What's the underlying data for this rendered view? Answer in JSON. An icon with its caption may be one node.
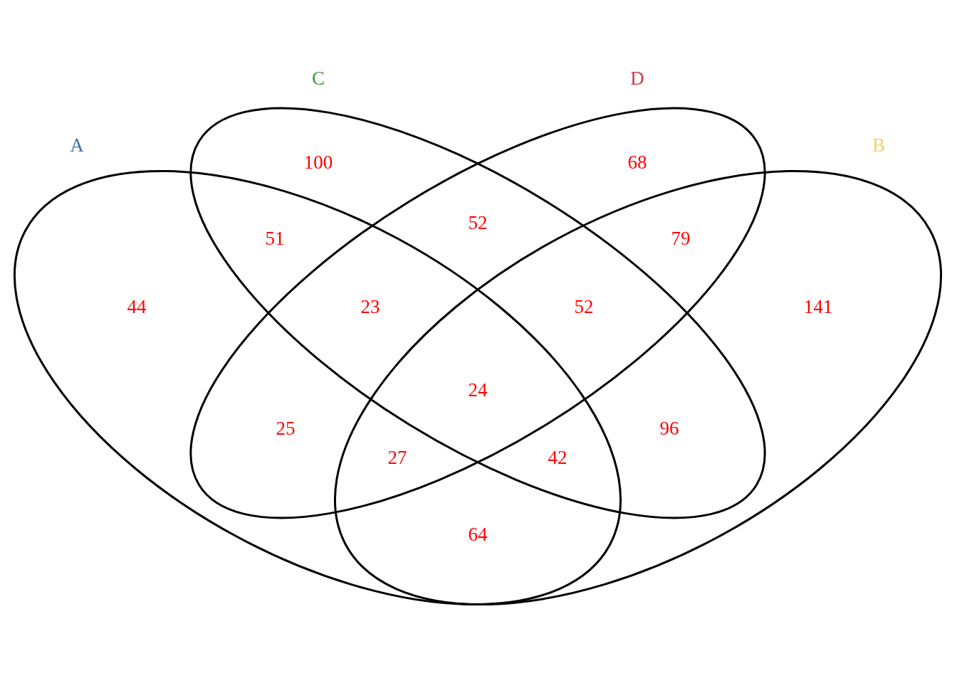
{
  "diagram": {
    "nodes": [
      {
        "text": [
          "A"
        ]
      },
      {
        "text": [
          "C"
        ]
      },
      {
        "text": [
          "D"
        ]
      },
      {
        "text": [
          "B"
        ]
      }
    ],
    "labels": [
      "100",
      "68",
      "52",
      "51",
      "79",
      "44",
      "23",
      "52",
      "141",
      "24",
      "25",
      "96",
      "27",
      "42",
      "64"
    ]
  }
}
